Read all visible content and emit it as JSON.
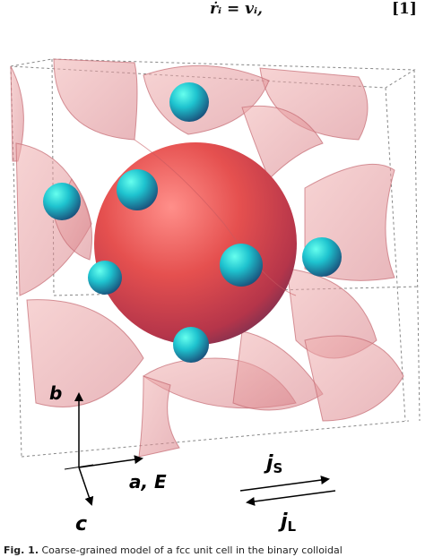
{
  "equation": {
    "text": "ṙᵢ = vᵢ,",
    "number": "[1]"
  },
  "figure": {
    "labels": {
      "b": "b",
      "aE": "a, E",
      "c": "c",
      "jS_main": "j",
      "jS_sub": "S",
      "jL_main": "j",
      "jL_sub": "L"
    }
  },
  "caption": {
    "fig_label": "Fig. 1.",
    "text": "Coarse-grained model of a fcc unit cell in the binary colloidal"
  },
  "colors": {
    "large_particle": "#e0474a",
    "small_particle": "#22b8c8",
    "shell": "#d98a8e"
  }
}
